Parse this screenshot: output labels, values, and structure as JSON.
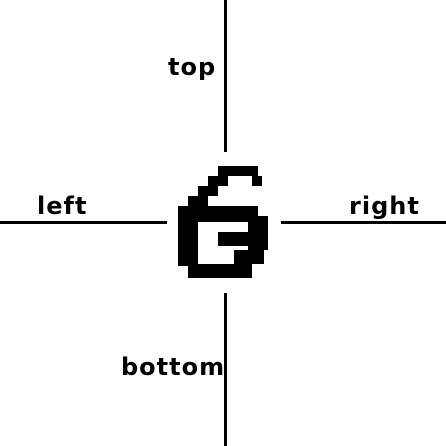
{
  "labels": {
    "top": "top",
    "left": "left",
    "right": "right",
    "bottom": "bottom"
  },
  "center_glyph": {
    "text": "6",
    "color": "#000000"
  },
  "colors": {
    "ink": "#000000",
    "background": "#ffffff"
  }
}
